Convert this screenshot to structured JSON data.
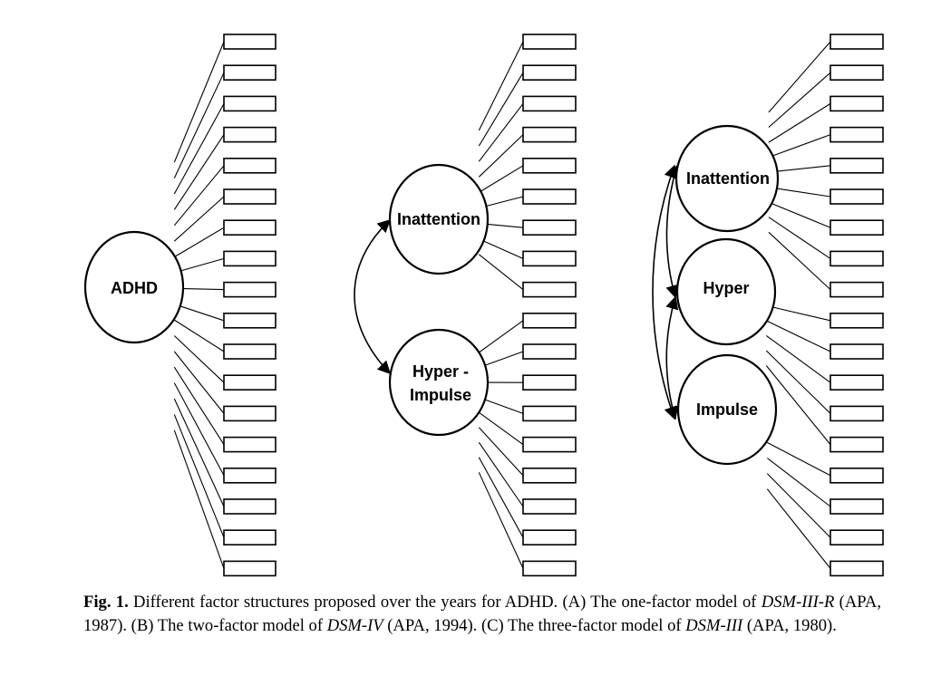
{
  "figure": {
    "panel_a": {
      "latent": [
        "ADHD"
      ],
      "indicator_count": 18
    },
    "panel_b": {
      "latent": [
        "Inattention",
        "Hyper -",
        "Impulse"
      ],
      "indicator_count": 18,
      "latent_correlation": true
    },
    "panel_c": {
      "latent": [
        "Inattention",
        "Hyper",
        "Impulse"
      ],
      "indicator_count": 18,
      "latent_correlations": 3
    }
  },
  "caption": {
    "label": "Fig. 1.",
    "t1": " Different factor structures proposed over the years for ADHD. (A) The one-factor model of ",
    "i1": "DSM-III-R",
    "t2": " (APA, 1987). (B) The two-factor model of ",
    "i2": "DSM-IV",
    "t3": " (APA, 1994). (C) The three-factor model of ",
    "i3": "DSM-III",
    "t4": " (APA, 1980)."
  },
  "colors": {
    "ink": "#000000",
    "background": "#ffffff"
  }
}
